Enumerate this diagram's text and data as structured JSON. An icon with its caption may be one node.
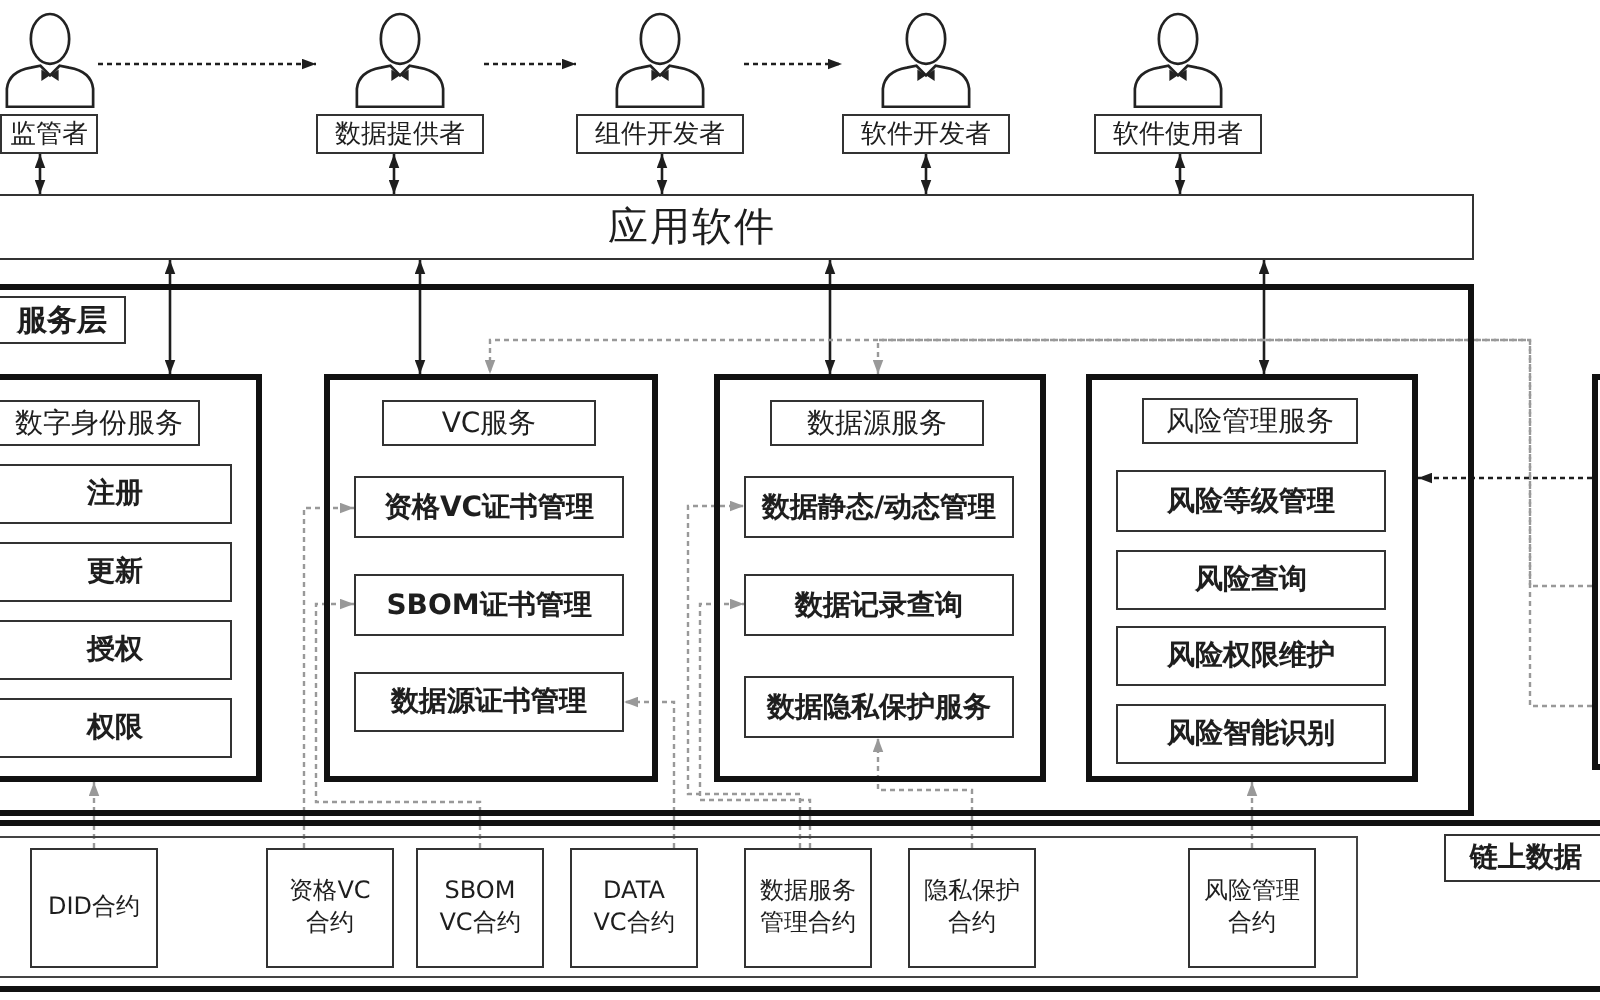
{
  "diagram": {
    "nodes": [
      {
        "text": [
          "监管者"
        ]
      },
      {
        "text": [
          "数据提供者"
        ]
      },
      {
        "text": [
          "组件开发者"
        ]
      },
      {
        "text": [
          "软件开发者"
        ]
      },
      {
        "text": [
          "软件使用者"
        ]
      },
      {
        "text": [
          "应用软件"
        ]
      },
      {
        "text": [
          "服务层"
        ]
      },
      {
        "text": [
          "数字身份服务"
        ],
        "in": 6
      },
      {
        "text": [
          "注册"
        ],
        "in": 7
      },
      {
        "text": [
          "更新"
        ],
        "in": 7
      },
      {
        "text": [
          "授权"
        ],
        "in": 7
      },
      {
        "text": [
          "权限"
        ],
        "in": 7
      },
      {
        "text": [
          "VC服务"
        ],
        "in": 6
      },
      {
        "text": [
          "资格VC证书管理"
        ],
        "in": 12
      },
      {
        "text": [
          "SBOM证书管理"
        ],
        "in": 12
      },
      {
        "text": [
          "数据源证书管理"
        ],
        "in": 12
      },
      {
        "text": [
          "数据源服务"
        ],
        "in": 6
      },
      {
        "text": [
          "数据静态/动态管理"
        ],
        "in": 16
      },
      {
        "text": [
          "数据记录查询"
        ],
        "in": 16
      },
      {
        "text": [
          "数据隐私保护服务"
        ],
        "in": 16
      },
      {
        "text": [
          "风险管理服务"
        ],
        "in": 6
      },
      {
        "text": [
          "风险等级管理"
        ],
        "in": 20
      },
      {
        "text": [
          "风险查询"
        ],
        "in": 20
      },
      {
        "text": [
          "风险权限维护"
        ],
        "in": 20
      },
      {
        "text": [
          "风险智能识别"
        ],
        "in": 20
      },
      {
        "text": [],
        "shape": "box"
      },
      {
        "text": [
          "链上数据"
        ]
      },
      {
        "text": [],
        "shape": "box",
        "in": 26
      },
      {
        "text": [
          "DID合约"
        ],
        "in": 27
      },
      {
        "text": [
          "资格VC合约"
        ],
        "in": 27
      },
      {
        "text": [
          "SBOM VC合约"
        ],
        "in": 27
      },
      {
        "text": [
          "DATA VC合约"
        ],
        "in": 27
      },
      {
        "text": [
          "数据服务管理合约"
        ],
        "in": 27
      },
      {
        "text": [
          "隐私保护合约"
        ],
        "in": 27
      },
      {
        "text": [
          "风险管理合约"
        ],
        "in": 27
      }
    ],
    "edges": [
      {
        "from": 0,
        "to": 1,
        "arrow": "to",
        "style": "dashed"
      },
      {
        "from": 1,
        "to": 2,
        "arrow": "to",
        "style": "dashed"
      },
      {
        "from": 2,
        "to": 3,
        "arrow": "to",
        "style": "dashed"
      },
      {
        "from": 0,
        "to": 5,
        "arrow": "both"
      },
      {
        "from": 1,
        "to": 5,
        "arrow": "both"
      },
      {
        "from": 2,
        "to": 5,
        "arrow": "both"
      },
      {
        "from": 3,
        "to": 5,
        "arrow": "both"
      },
      {
        "from": 4,
        "to": 5,
        "arrow": "both"
      },
      {
        "from": 5,
        "to": 7,
        "arrow": "both"
      },
      {
        "from": 5,
        "to": 12,
        "arrow": "both"
      },
      {
        "from": 5,
        "to": 16,
        "arrow": "both"
      },
      {
        "from": 5,
        "to": 20,
        "arrow": "both"
      },
      {
        "from": 25,
        "to": 12,
        "arrow": "to",
        "style": "dashed",
        "color": "#999999"
      },
      {
        "from": 25,
        "to": 16,
        "arrow": "to",
        "style": "dashed",
        "color": "#999999"
      },
      {
        "from": 25,
        "to": 20,
        "arrow": "to",
        "style": "dashed"
      },
      {
        "from": 28,
        "to": 7,
        "arrow": "to",
        "style": "dashed",
        "color": "#999999"
      },
      {
        "from": 29,
        "to": 13,
        "arrow": "to",
        "style": "dashed",
        "color": "#999999"
      },
      {
        "from": 30,
        "to": 14,
        "arrow": "to",
        "style": "dashed",
        "color": "#999999"
      },
      {
        "from": 31,
        "to": 15,
        "arrow": "to",
        "style": "dashed",
        "color": "#999999"
      },
      {
        "from": 32,
        "to": 17,
        "arrow": "to",
        "style": "dashed",
        "color": "#999999"
      },
      {
        "from": 32,
        "to": 18,
        "arrow": "to",
        "style": "dashed",
        "color": "#999999"
      },
      {
        "from": 33,
        "to": 19,
        "arrow": "to",
        "style": "dashed",
        "color": "#999999"
      },
      {
        "from": 34,
        "to": 20,
        "arrow": "to",
        "style": "dashed",
        "color": "#999999"
      }
    ]
  }
}
